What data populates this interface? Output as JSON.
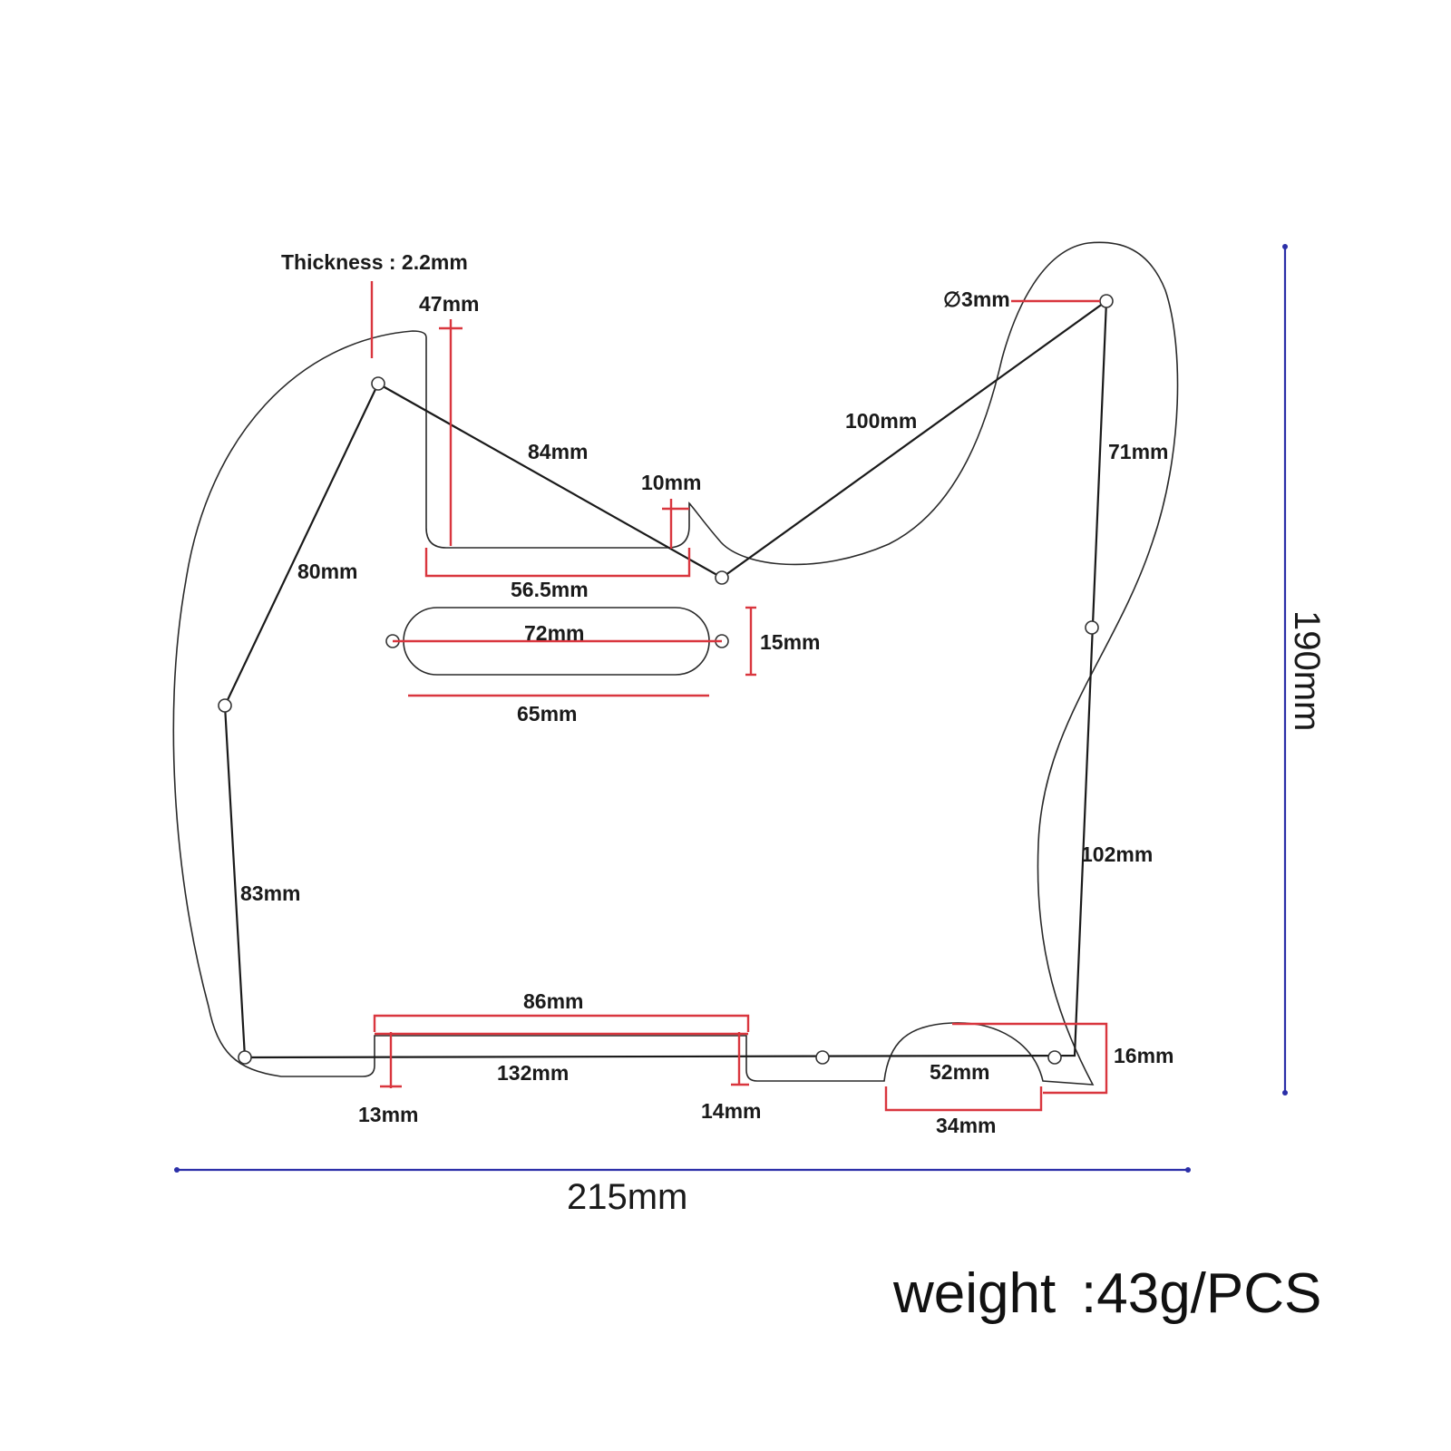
{
  "colors": {
    "dimension_red": "#d9363e",
    "overall_blue": "#2b2fa8"
  },
  "labels": {
    "thickness": "Thickness : 2.2mm",
    "d47": "47mm",
    "d3": "∅3mm",
    "d84": "84mm",
    "d100": "100mm",
    "d71": "71mm",
    "d10": "10mm",
    "d80": "80mm",
    "d56_5": "56.5mm",
    "d72": "72mm",
    "d15": "15mm",
    "d65": "65mm",
    "d102": "102mm",
    "d83": "83mm",
    "d86": "86mm",
    "d132": "132mm",
    "d52": "52mm",
    "d16": "16mm",
    "d13": "13mm",
    "d14": "14mm",
    "d34": "34mm",
    "width": "215mm",
    "height": "190mm"
  },
  "weight": {
    "label": "weight",
    "value": ":43g/PCS"
  }
}
